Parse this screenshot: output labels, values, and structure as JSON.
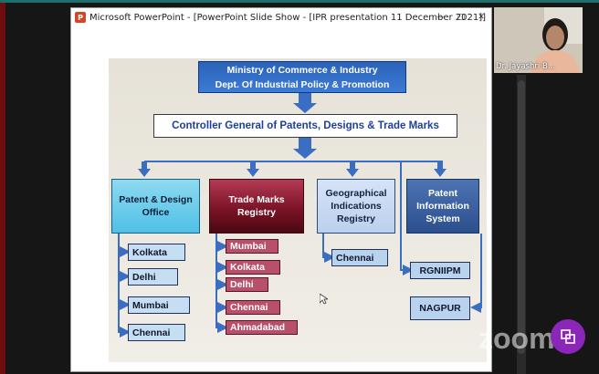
{
  "window": {
    "app_icon": "powerpoint-icon",
    "title": "Microsoft PowerPoint - [PowerPoint Slide Show - [IPR presentation 11 December 2021]]",
    "controls": [
      "minimize-icon",
      "maximize-icon",
      "close-icon"
    ]
  },
  "slide": {
    "ministry_line1": "Ministry of Commerce & Industry",
    "ministry_line2": "Dept. Of Industrial Policy & Promotion",
    "controller": "Controller General of Patents, Designs & Trade Marks",
    "columns": [
      {
        "heading": [
          "Patent & Design",
          "Office"
        ],
        "items": [
          "Kolkata",
          "Delhi",
          "Mumbai",
          "Chennai"
        ]
      },
      {
        "heading": [
          "Trade Marks",
          "Registry"
        ],
        "items": [
          "Mumbai",
          "Kolkata",
          "Delhi",
          "Chennai",
          "Ahmadabad"
        ]
      },
      {
        "heading": [
          "Geographical",
          "Indications",
          "Registry"
        ],
        "items": [
          "Chennai"
        ]
      },
      {
        "heading": [
          "Patent",
          "Information",
          "System"
        ],
        "items": [
          "RGNIIPM",
          "NAGPUR"
        ]
      }
    ],
    "colors": {
      "dark_blue": "#2b62b8",
      "trade_marks": "#7c1327",
      "patent_office": "#4ec1e6",
      "arrow": "#3b6ec2"
    }
  },
  "webcam": {
    "participant_name": "Dr. Jayashri B..."
  },
  "watermark": {
    "text": "zoom",
    "badge_icon": "zoom-app-icon"
  }
}
